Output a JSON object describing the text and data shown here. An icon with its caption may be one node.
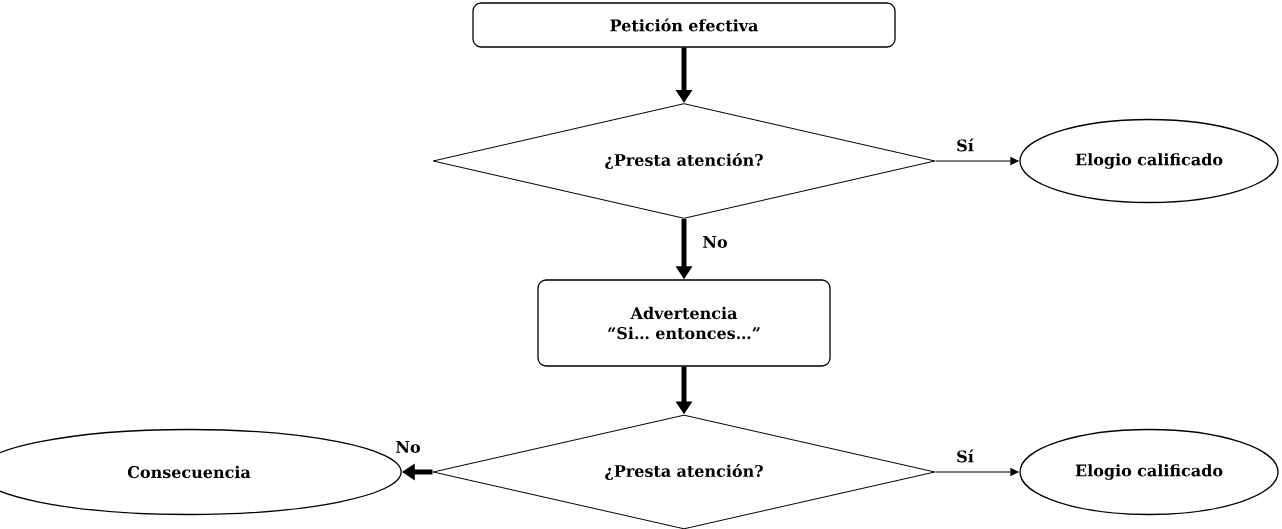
{
  "diagram": {
    "nodes": [
      {
        "text": [
          "Petición efectiva"
        ]
      },
      {
        "text": [
          "¿Presta atención?"
        ]
      },
      {
        "text": [
          "Elogio calificado"
        ]
      },
      {
        "text": [
          "Advertencia “Si… entonces…”"
        ]
      },
      {
        "text": [
          "¿Presta atención?"
        ]
      },
      {
        "text": [
          "Consecuencia"
        ]
      },
      {
        "text": [
          "Elogio calificado"
        ]
      }
    ],
    "edges": [
      {
        "from": 0,
        "to": 1,
        "arrow": "to"
      },
      {
        "from": 1,
        "to": 2,
        "arrow": "to",
        "label": "Sí"
      },
      {
        "from": 1,
        "to": 3,
        "arrow": "to",
        "label": "No"
      },
      {
        "from": 3,
        "to": 4,
        "arrow": "to"
      },
      {
        "from": 4,
        "to": 5,
        "arrow": "to",
        "label": "No"
      },
      {
        "from": 4,
        "to": 6,
        "arrow": "to",
        "label": "Sí"
      }
    ]
  }
}
